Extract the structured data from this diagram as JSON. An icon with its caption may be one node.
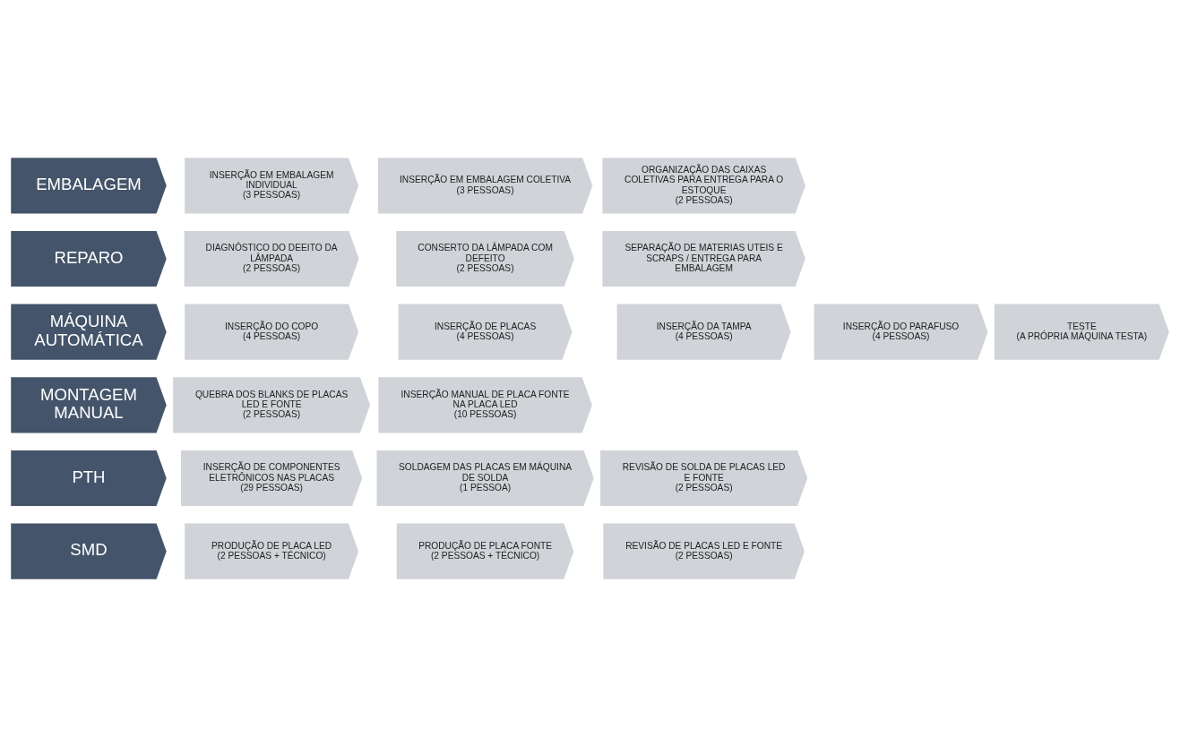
{
  "diagram": {
    "nodes": [
      {
        "text": [
          "SMD"
        ]
      },
      {
        "text": [
          "PRODUÇÃO DE PLACA LED",
          "(2 PESSOAS + TÉCNICO)"
        ]
      },
      {
        "text": [
          "PRODUÇÃO DE PLACA FONTE",
          "(2 PESSOAS + TÉCNICO)"
        ]
      },
      {
        "text": [
          "REVISÃO DE PLACAS LED E FONTE",
          "(2 PESSOAS)"
        ]
      },
      {
        "text": [
          "PTH"
        ]
      },
      {
        "text": [
          "INSERÇÃO DE COMPONENTES ELETRÔNICOS NAS PLACAS",
          "(29 PESSOAS)"
        ]
      },
      {
        "text": [
          "SOLDAGEM DAS PLACAS EM MÁQUINA DE SOLDA",
          "(1 PESSOA)"
        ]
      },
      {
        "text": [
          "REVISÃO DE SOLDA DE PLACAS LED E FONTE",
          "(2 PESSOAS)"
        ]
      },
      {
        "text": [
          "MONTAGEM MANUAL"
        ]
      },
      {
        "text": [
          "QUEBRA DOS BLANKS DE PLACAS LED E FONTE",
          "(2 PESSOAS)"
        ]
      },
      {
        "text": [
          "INSERÇÃO MANUAL DE PLACA FONTE NA PLACA LED",
          "(10 PESSOAS)"
        ]
      },
      {
        "text": [
          "MÁQUINA AUTOMÁTICA"
        ]
      },
      {
        "text": [
          "INSERÇÃO DO COPO",
          "(4 PESSOAS)"
        ]
      },
      {
        "text": [
          "INSERÇÃO DE PLACAS",
          "(4 PESSOAS)"
        ]
      },
      {
        "text": [
          "INSERÇÃO DA TAMPA",
          "(4 PESSOAS)"
        ]
      },
      {
        "text": [
          "INSERÇÃO DO PARAFUSO",
          "(4 PESSOAS)"
        ]
      },
      {
        "text": [
          "TESTE",
          "(A PRÓPRIA MÁQUINA TESTA)"
        ]
      },
      {
        "text": [
          "REPARO"
        ]
      },
      {
        "text": [
          "DIAGNÓSTICO DO DEEITO DA LÂMPADA",
          "(2 PESSOAS)"
        ]
      },
      {
        "text": [
          "CONSERTO DA LÂMPADA COM DEFEITO",
          "(2 PESSOAS)"
        ]
      },
      {
        "text": [
          "SEPARAÇÃO DE MATERIAS UTEIS E SCRAPS / ENTREGA PARA EMBALAGEM"
        ]
      },
      {
        "text": [
          "EMBALAGEM"
        ]
      },
      {
        "text": [
          "INSERÇÃO EM EMBALAGEM INDIVIDUAL",
          "(3 PESSOAS)"
        ]
      },
      {
        "text": [
          "INSERÇÃO EM EMBALAGEM COLETIVA",
          "(3 PESSOAS)"
        ]
      },
      {
        "text": [
          "ORGANIZAÇÃO DAS CAIXAS COLETIVAS PARA ENTREGA PARA O ESTOQUE",
          "(2 PESSOAS)"
        ]
      }
    ]
  }
}
